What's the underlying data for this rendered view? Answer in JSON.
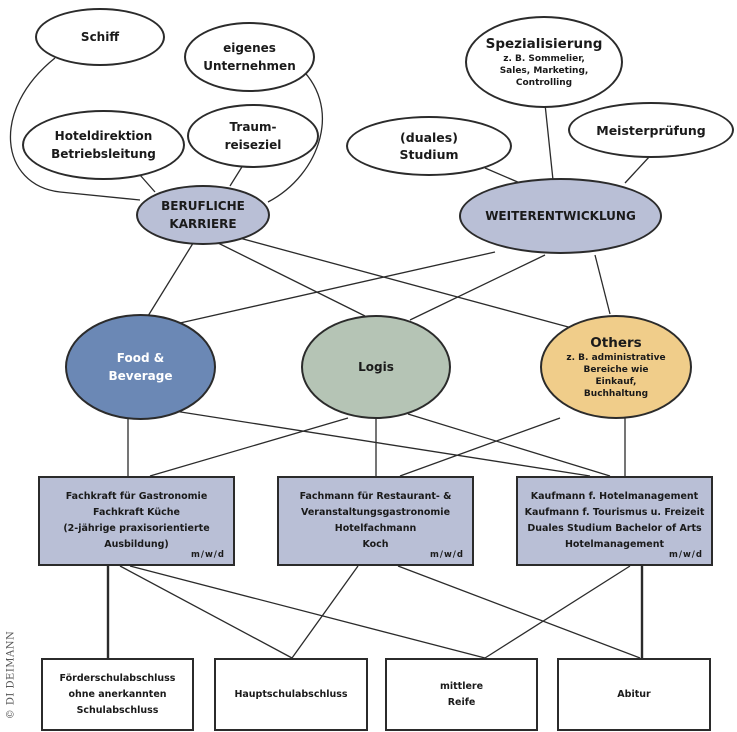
{
  "nodes": {
    "schiff": [
      "Schiff"
    ],
    "eigenes_unternehmen": [
      "eigenes",
      "Unternehmen"
    ],
    "hoteldirektion": [
      "Hoteldirektion",
      "Betriebsleitung"
    ],
    "traumreiseziel": [
      "Traum-",
      "reiseziel"
    ],
    "berufliche_karriere": [
      "BERUFLICHE",
      "KARRIERE"
    ],
    "spezialisierung": {
      "title": "Spezialisierung",
      "sub": [
        "z. B. Sommelier,",
        "Sales, Marketing,",
        "Controlling"
      ]
    },
    "duales_studium": [
      "(duales)",
      "Studium"
    ],
    "meisterpruefung": [
      "Meisterprüfung"
    ],
    "weiterentwicklung": [
      "WEITERENTWICKLUNG"
    ],
    "food_beverage": [
      "Food &",
      "Beverage"
    ],
    "logis": [
      "Logis"
    ],
    "others": {
      "title": "Others",
      "sub": [
        "z. B. administrative",
        "Bereiche wie",
        "Einkauf,",
        "Buchhaltung"
      ]
    }
  },
  "training_boxes": [
    {
      "lines": [
        "Fachkraft für Gastronomie",
        "Fachkraft Küche",
        "(2-jährige praxisorientierte",
        "Ausbildung)"
      ],
      "gender": "m/w/d"
    },
    {
      "lines": [
        "Fachmann für Restaurant- &",
        "Veranstaltungsgastronomie",
        "Hotelfachmann",
        "Koch"
      ],
      "gender": "m/w/d"
    },
    {
      "lines": [
        "Kaufmann f. Hotelmanagement",
        "Kaufmann f. Tourismus u. Freizeit",
        "Duales Studium Bachelor of Arts",
        "Hotelmanagement"
      ],
      "gender": "m/w/d"
    }
  ],
  "school_boxes": [
    [
      "Förderschulabschluss",
      "ohne anerkannten",
      "Schulabschluss"
    ],
    [
      "Hauptschulabschluss"
    ],
    [
      "mittlere",
      "Reife"
    ],
    [
      "Abitur"
    ]
  ],
  "copyright": "© DI DEIMANN"
}
